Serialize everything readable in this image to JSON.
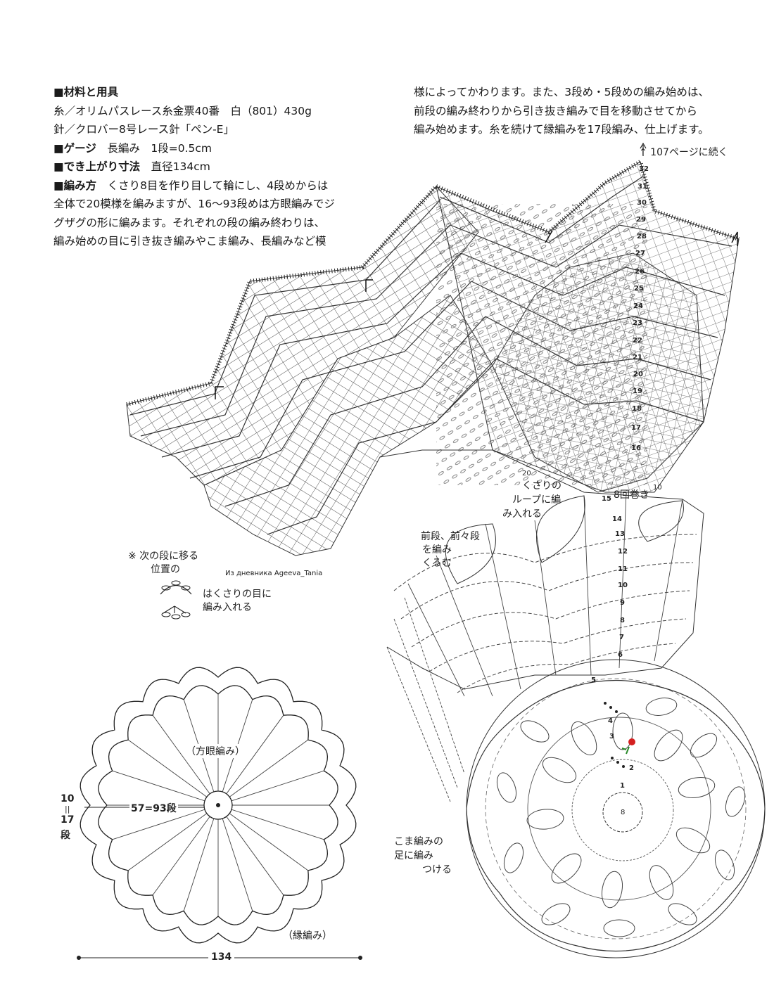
{
  "materials": {
    "heading": "■材料と用具",
    "yarn": "糸／オリムパスレース糸金票40番　白（801）430g",
    "needle": "針／クロバー8号レース針「ペン-E」",
    "gauge_label": "■ゲージ",
    "gauge_value": "長編み　1段=0.5cm",
    "size_label": "■でき上がり寸法",
    "size_value": "直径134cm",
    "method_label": "■編み方",
    "method_lines": [
      "くさり8目を作り目して輪にし、4段めからは",
      "全体で20模様を編みますが、16〜93段めは方眼編みでジ",
      "グザグの形に編みます。それぞれの段の編み終わりは、",
      "編み始めの目に引き抜き編みやこま編み、長編みなど模"
    ],
    "method_cont_lines": [
      "様によってかわります。また、3段め・5段めの編み始めは、",
      "前段の編み終わりから引き抜き編みで目を移動させてから",
      "編み始めます。糸を続けて縁編みを17段編み、仕上げます。"
    ]
  },
  "diagram": {
    "continue_note": "↑ 107ページに続く",
    "row_numbers": [
      "32",
      "31",
      "30",
      "29",
      "28",
      "27",
      "26",
      "25",
      "24",
      "23",
      "22",
      "21",
      "20",
      "19",
      "18",
      "17",
      "16",
      "15",
      "14",
      "13",
      "12",
      "11",
      "10",
      "9",
      "8",
      "7",
      "6",
      "5",
      "4",
      "3",
      "2",
      "1"
    ],
    "center_count": "8",
    "label_loop_1": "くさりの",
    "label_loop_2": "ループに編",
    "label_loop_3": "み入れる",
    "label_wrap": "8回巻き",
    "label_wrap_num": "10",
    "label_num20": "20",
    "label_prev_1": "前段、前々段",
    "label_prev_2": "を編み",
    "label_prev_3": "くるむ",
    "label_sc_1": "こま編みの",
    "label_sc_2": "足に編み",
    "label_sc_3": "つける",
    "watermark": "Из дневника Ageeva_Tania"
  },
  "legend": {
    "note_1": "※ 次の段に移る",
    "note_2": "位置の",
    "desc_1": "はくさりの目に",
    "desc_2": "編み入れる"
  },
  "schematic": {
    "label_mesh": "（方眼編み）",
    "label_rows": "57=93段",
    "label_edge_1": "10",
    "label_edge_2": "||",
    "label_edge_3": "17",
    "label_edge_4": "段",
    "label_border": "（縁編み）",
    "label_diameter": "134"
  }
}
